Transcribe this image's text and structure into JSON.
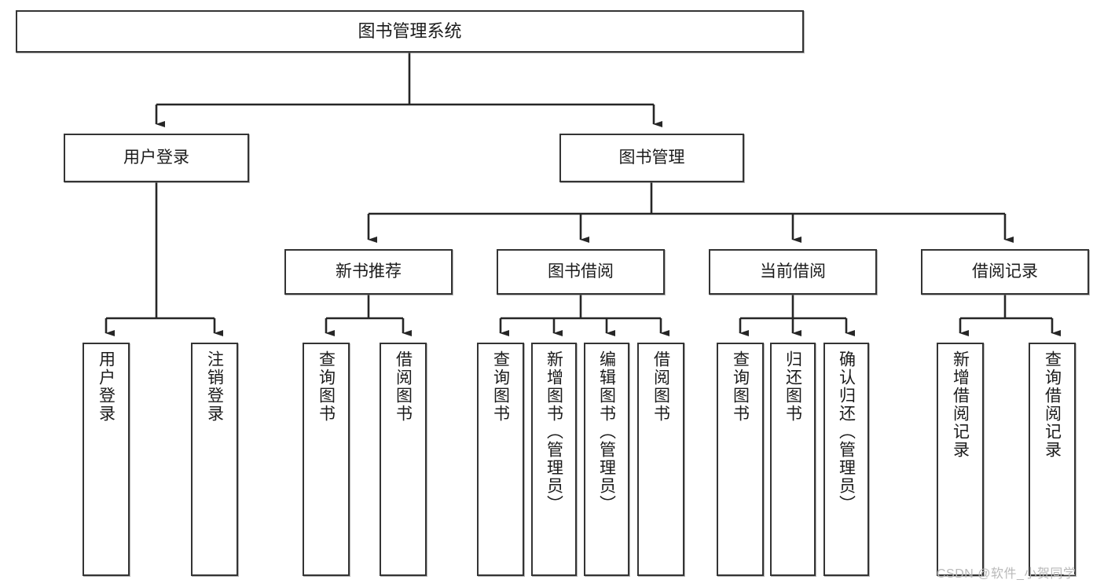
{
  "diagram": {
    "title": "图书管理系统",
    "type": "tree-hierarchy-diagram",
    "colors": {
      "box_border": "#343434",
      "box_fill": "#ffffff",
      "edge": "#262626",
      "text": "#1b1b1b",
      "watermark": "#b9b9b9",
      "background": "#ffffff"
    },
    "root": {
      "label": "图书管理系统"
    },
    "level2": [
      {
        "label": "用户登录"
      },
      {
        "label": "图书管理"
      }
    ],
    "level3": [
      {
        "label": "新书推荐"
      },
      {
        "label": "图书借阅"
      },
      {
        "label": "当前借阅"
      },
      {
        "label": "借阅记录"
      }
    ],
    "leaves": {
      "user_login": [
        {
          "label": "用户登录"
        },
        {
          "label": "注销登录"
        }
      ],
      "new_book_recommend": [
        {
          "label": "查询图书"
        },
        {
          "label": "借阅图书"
        }
      ],
      "book_borrow": [
        {
          "label": "查询图书"
        },
        {
          "label": "新增图书（管理员）"
        },
        {
          "label": "编辑图书（管理员）"
        },
        {
          "label": "借阅图书"
        }
      ],
      "current_borrow": [
        {
          "label": "查询图书"
        },
        {
          "label": "归还图书"
        },
        {
          "label": "确认归还（管理员）"
        }
      ],
      "borrow_record": [
        {
          "label": "新增借阅记录"
        },
        {
          "label": "查询借阅记录"
        }
      ]
    }
  },
  "watermark": {
    "text": "CSDN @软件_小贺同学"
  }
}
